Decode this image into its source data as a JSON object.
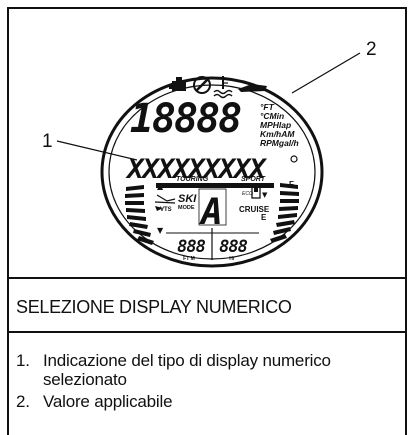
{
  "figure": {
    "callout_1": "1",
    "callout_2": "2",
    "display": {
      "big_digits": "18888",
      "units": [
        "°FT",
        "°CMin",
        "MPHlap",
        "Km/hAM",
        "RPMgal/h"
      ],
      "alpha_segments": "XXXXXXXXX",
      "touring_label": "TOURING",
      "sport_label": "SPORT",
      "ski_label": "SKI",
      "mode_label": "MODE",
      "vts_label": "VTS",
      "gear_letter": "A",
      "cruise_label": "CRUISE",
      "eco_label": "ECO",
      "fuel_full": "F",
      "fuel_empty": "E",
      "left_digits": "888",
      "left_digits_unit": "FT M",
      "right_digits": "888",
      "right_digits_unit": "Hr"
    }
  },
  "caption": "SELEZIONE DISPLAY NUMERICO",
  "legend": [
    {
      "num": "1.",
      "text": "Indicazione del tipo di display numerico selezionato"
    },
    {
      "num": "2.",
      "text": "Valore applicabile"
    }
  ]
}
